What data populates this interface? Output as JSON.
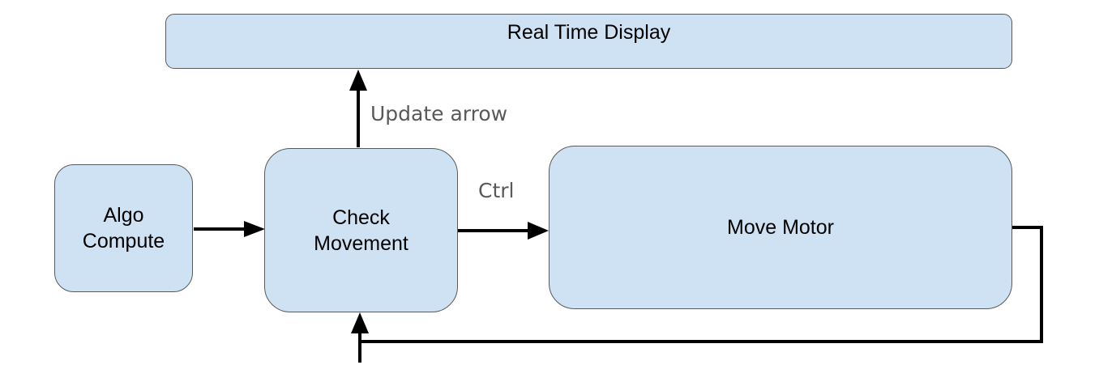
{
  "nodes": {
    "display": {
      "label": "Real Time Display"
    },
    "algo": {
      "label": "Algo\nCompute"
    },
    "check": {
      "label": "Check\nMovement"
    },
    "motor": {
      "label": "Move Motor"
    }
  },
  "edges": {
    "update": {
      "label": "Update arrow"
    },
    "ctrl": {
      "label": "Ctrl"
    }
  },
  "colors": {
    "box_fill": "#cfe2f3",
    "box_border": "#595959",
    "arrow": "#000000",
    "edge_label": "#595959"
  }
}
